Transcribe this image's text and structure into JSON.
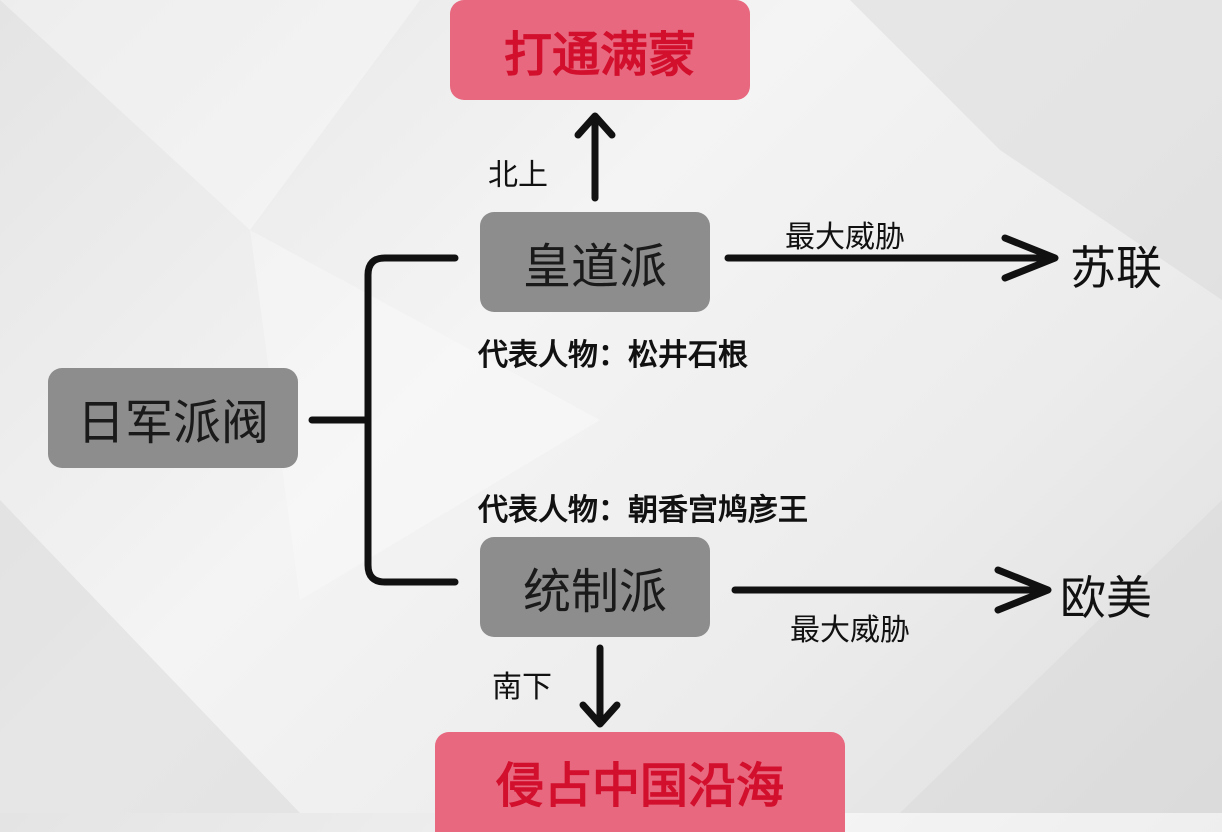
{
  "colors": {
    "target_box": "#e8687f",
    "target_text": "#d20f2c",
    "node_box": "#8d8d8d"
  },
  "root": "日军派阀",
  "top_target": "打通满蒙",
  "bottom_target": "侵占中国沿海",
  "factions": [
    {
      "name": "皇道派",
      "direction": "北上",
      "threat_label": "最大威胁",
      "threat": "苏联",
      "representative": "代表人物：松井石根"
    },
    {
      "name": "统制派",
      "direction": "南下",
      "threat_label": "最大威胁",
      "threat": "欧美",
      "representative": "代表人物：朝香宫鸠彦王"
    }
  ]
}
